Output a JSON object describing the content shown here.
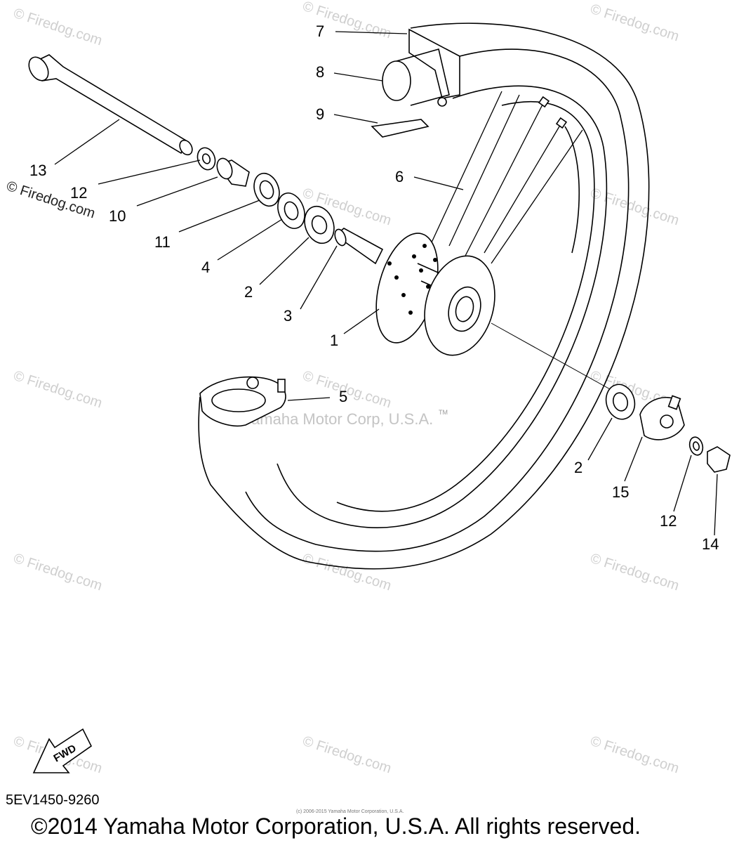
{
  "watermarks": {
    "site": "Firedog.com",
    "center": "Yamaha Motor Corp, U.S.A.",
    "tm": "TM"
  },
  "callouts": [
    {
      "id": "label-7",
      "text": "7"
    },
    {
      "id": "label-8",
      "text": "8"
    },
    {
      "id": "label-9",
      "text": "9"
    },
    {
      "id": "label-6",
      "text": "6"
    },
    {
      "id": "label-13",
      "text": "13"
    },
    {
      "id": "label-12-upper",
      "text": "12"
    },
    {
      "id": "label-10",
      "text": "10"
    },
    {
      "id": "label-11",
      "text": "11"
    },
    {
      "id": "label-4",
      "text": "4"
    },
    {
      "id": "label-2-upper",
      "text": "2"
    },
    {
      "id": "label-3",
      "text": "3"
    },
    {
      "id": "label-1",
      "text": "1"
    },
    {
      "id": "label-5",
      "text": "5"
    },
    {
      "id": "label-2-lower",
      "text": "2"
    },
    {
      "id": "label-15",
      "text": "15"
    },
    {
      "id": "label-12-lower",
      "text": "12"
    },
    {
      "id": "label-14",
      "text": "14"
    }
  ],
  "fwd_badge": {
    "text": "FWD"
  },
  "diagram_code": "5EV1450-9260",
  "tiny_copyright": "(c) 2006-2015 Yamaha Motor Corporation, U.S.A.",
  "copyright": "©2014 Yamaha Motor Corporation, U.S.A. All rights reserved."
}
